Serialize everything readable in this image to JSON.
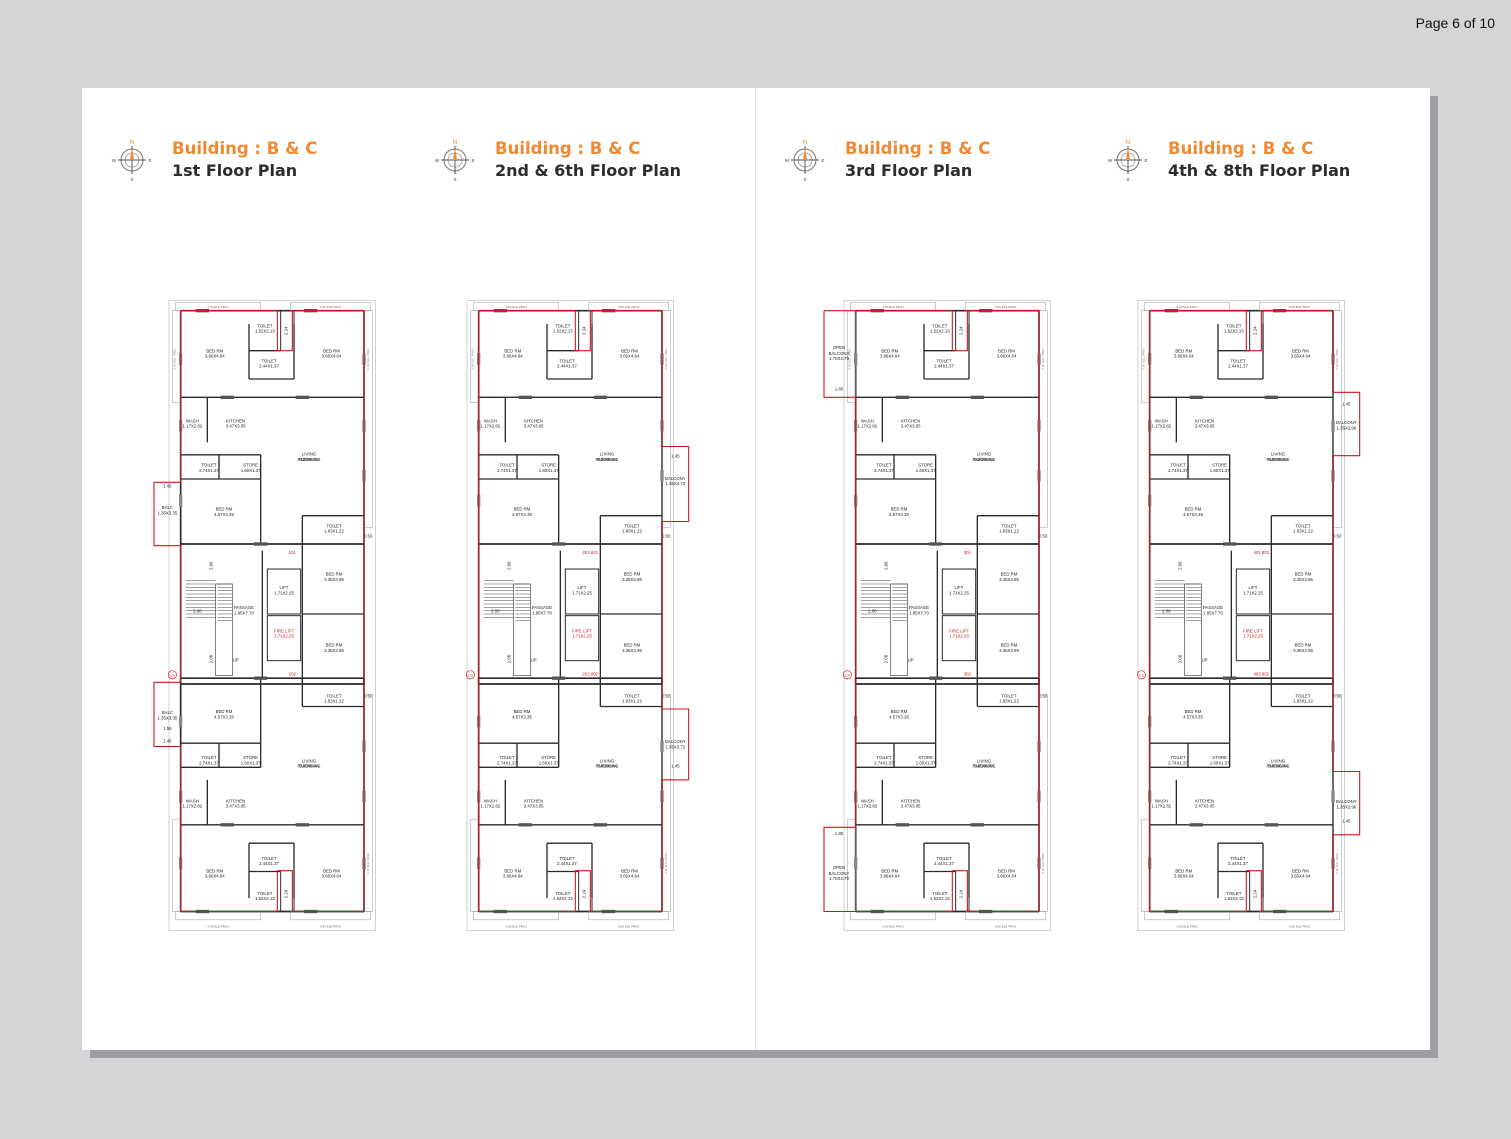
{
  "page_indicator": "Page 6 of 10",
  "compass": {
    "n": "N",
    "s": "S",
    "e": "E",
    "w": "W"
  },
  "colors": {
    "accent": "#f08a32",
    "boundary": "#d0161b",
    "wall": "#2a2a2a"
  },
  "plans": [
    {
      "building": "Building : B & C",
      "floor": "1st Floor Plan",
      "unit_top": "101",
      "unit_bottom": "102",
      "variant": "balc-left",
      "balcony_label": "BALC",
      "balcony_size": "1.35X3.35",
      "balcony_dim_top": "1.45",
      "balcony_dim_bottom": "1.45",
      "balcony_dim_mid": "1.56"
    },
    {
      "building": "Building : B & C",
      "floor": "2nd & 6th Floor Plan",
      "unit_top": "201,601",
      "unit_bottom": "202,602",
      "variant": "balcony-right-low",
      "balcony_label": "BALCONY",
      "balcony_size": "1.35X3.72",
      "balcony_dim_top": "1.45",
      "balcony_dim_bottom": "1.45"
    },
    {
      "building": "Building : B & C",
      "floor": "3rd Floor Plan",
      "unit_top": "301",
      "unit_bottom": "302",
      "variant": "open-balcony",
      "balcony_label_a": "OPEN",
      "balcony_label": "BALCONY",
      "balcony_size": "1.70X4.79",
      "balcony_dim_top": "1.80",
      "balcony_dim_bottom": "1.80"
    },
    {
      "building": "Building : B & C",
      "floor": "4th & 8th Floor Plan",
      "unit_top": "401,801",
      "unit_bottom": "402,802",
      "variant": "balcony-right-high",
      "balcony_label": "BALCONY",
      "balcony_size": "1.35X2.96",
      "balcony_dim_top": "1.45",
      "balcony_dim_bottom": "1.45"
    }
  ],
  "rooms": {
    "bed_rm": "BED RM",
    "toilet": "TOILET",
    "wash": "WASH",
    "kitchen": "KITCHEN",
    "store": "STORE",
    "living_a": "LIVING",
    "living_b": "RM/DINING",
    "passage": "PASSAGE",
    "lift": "LIFT",
    "fire_lift": "FIRE LIFT",
    "up": "UP",
    "ele_proj": "0.60 ELE PROJ",
    "ele_proj_v": "0.60 ELE. PROJ"
  },
  "sizes": {
    "bed_big": "3.66X4.64",
    "toilet_small": "1.52X2.13",
    "toilet_mid": "2.44X1.37",
    "wash": "1.17X2.82",
    "kitchen": "3.47X3.05",
    "toilet_a": "2.74X1.37",
    "store": "1.60X1.37",
    "living": "5.30X6.44",
    "bed_mid": "4.57X3.35",
    "toilet_b": "1.83X1.22",
    "bed_small": "3.35X3.96",
    "lift": "1.71X2.25",
    "fire_lift": "1.71X2.25",
    "passage": "1.85X7.70"
  },
  "dims": {
    "stair_w": "2.00",
    "stair_top": "2.06",
    "stair_bottom": "2.06",
    "toilet_dim": "2.24",
    "ledge": "0.50",
    "unit_tag": "(C3)"
  }
}
